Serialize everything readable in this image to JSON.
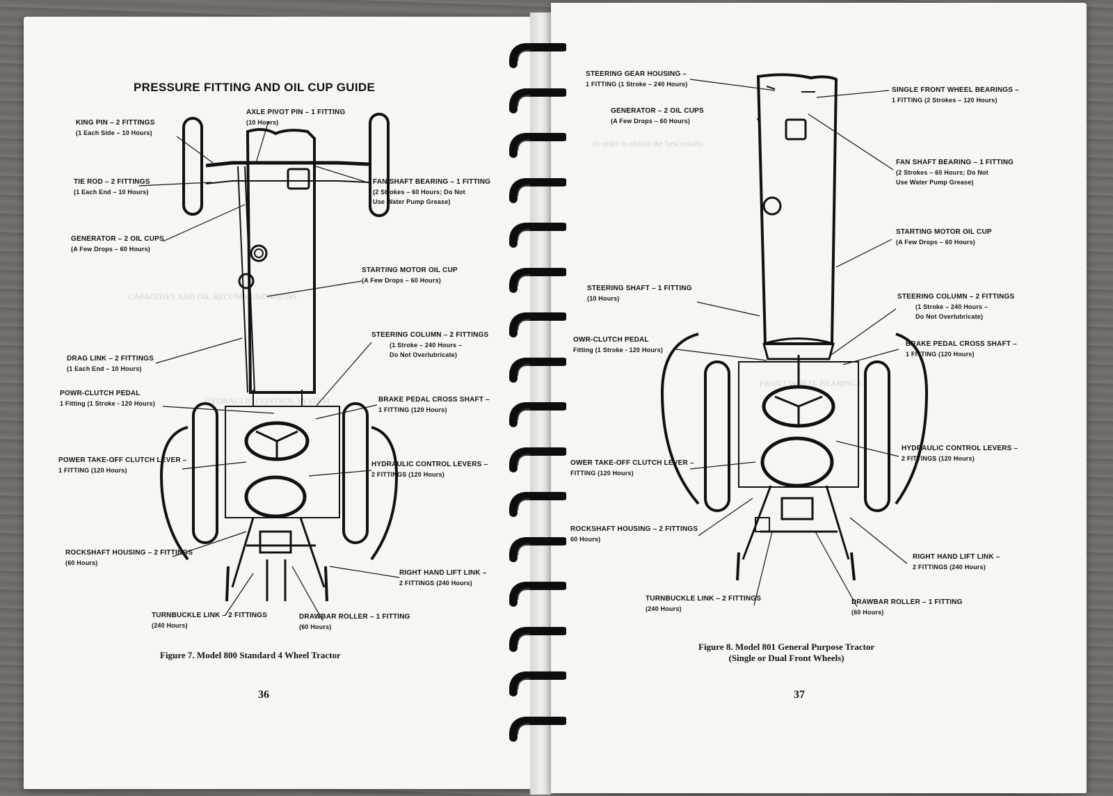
{
  "left_page": {
    "heading": "PRESSURE FITTING AND OIL CUP GUIDE",
    "caption": "Figure 7. Model 800 Standard 4 Wheel Tractor",
    "page_number": "36",
    "labels": {
      "king_pin": [
        "KING PIN – 2 FITTINGS",
        "(1 Each Side – 10 Hours)"
      ],
      "axle_pivot_pin": [
        "AXLE PIVOT PIN – 1 FITTING",
        "(10 Hours)"
      ],
      "tie_rod": [
        "TIE ROD – 2 FITTINGS",
        "(1 Each End – 10 Hours)"
      ],
      "fan_shaft": [
        "FAN SHAFT BEARING – 1 FITTING",
        "(2 Strokes – 60 Hours; Do Not",
        "Use Water Pump Grease)"
      ],
      "generator": [
        "GENERATOR – 2 OIL CUPS",
        "(A Few Drops – 60 Hours)"
      ],
      "starting_motor": [
        "STARTING MOTOR OIL CUP",
        "(A Few Drops – 60 Hours)"
      ],
      "steering_column": [
        "STEERING COLUMN – 2 FITTINGS",
        "(1 Stroke – 240 Hours –",
        "Do Not Overlubricate)"
      ],
      "drag_link": [
        "DRAG LINK – 2 FITTINGS",
        "(1 Each End – 10 Hours)"
      ],
      "powr_clutch": [
        "POWR-CLUTCH PEDAL",
        "1 Fitting (1 Stroke - 120 Hours)"
      ],
      "brake_pedal": [
        "BRAKE PEDAL CROSS SHAFT –",
        "1 FITTING (120 Hours)"
      ],
      "pto_clutch": [
        "POWER TAKE-OFF CLUTCH LEVER –",
        "1 FITTING (120 Hours)"
      ],
      "hydraulic": [
        "HYDRAULIC CONTROL LEVERS –",
        "2 FITTINGS (120 Hours)"
      ],
      "rockshaft": [
        "ROCKSHAFT HOUSING – 2 FITTINGS",
        "(60 Hours)"
      ],
      "right_lift": [
        "RIGHT HAND LIFT LINK –",
        "2 FITTINGS (240 Hours)"
      ],
      "turnbuckle": [
        "TURNBUCKLE LINK – 2 FITTINGS",
        "(240 Hours)"
      ],
      "drawbar": [
        "DRAWBAR ROLLER – 1 FITTING",
        "(60 Hours)"
      ]
    }
  },
  "right_page": {
    "caption_line1": "Figure 8. Model 801 General Purpose Tractor",
    "caption_line2": "(Single or Dual Front Wheels)",
    "page_number": "37",
    "labels": {
      "steering_gear": [
        "STEERING GEAR HOUSING –",
        "1 FITTING (1 Stroke – 240 Hours)"
      ],
      "single_front": [
        "SINGLE FRONT WHEEL BEARINGS –",
        "1 FITTING (2 Strokes – 120 Hours)"
      ],
      "generator": [
        "GENERATOR – 2 OIL CUPS",
        "(A Few Drops – 60 Hours)"
      ],
      "fan_shaft": [
        "FAN SHAFT BEARING – 1 FITTING",
        "(2 Strokes – 60 Hours; Do Not",
        "Use Water Pump Grease)"
      ],
      "starting_motor": [
        "STARTING MOTOR OIL CUP",
        "(A Few Drops – 60 Hours)"
      ],
      "steering_shaft": [
        "STEERING SHAFT – 1 FITTING",
        "(10 Hours)"
      ],
      "steering_column": [
        "STEERING COLUMN – 2 FITTINGS",
        "(1 Stroke – 240 Hours –",
        "Do Not Overlubricate)"
      ],
      "powr_clutch": [
        "OWR-CLUTCH PEDAL",
        "Fitting (1 Stroke - 120 Hours)"
      ],
      "brake_pedal": [
        "BRAKE PEDAL CROSS SHAFT –",
        "1 FITTING (120 Hours)"
      ],
      "hydraulic": [
        "HYDRAULIC CONTROL LEVERS –",
        "2 FITTINGS (120 Hours)"
      ],
      "pto_clutch": [
        "OWER TAKE-OFF CLUTCH LEVER –",
        "FITTING (120 Hours)"
      ],
      "rockshaft": [
        "ROCKSHAFT HOUSING – 2 FITTINGS",
        "60 Hours)"
      ],
      "right_lift": [
        "RIGHT HAND LIFT LINK –",
        "2 FITTINGS (240 Hours)"
      ],
      "turnbuckle": [
        "TURNBUCKLE LINK – 2 FITTINGS",
        "(240 Hours)"
      ],
      "drawbar": [
        "DRAWBAR ROLLER – 1 FITTING",
        "(60 Hours)"
      ]
    }
  },
  "bleed_through": {
    "l1": "CAPACITIES AND OIL RECOMMENDATIONS",
    "l2": "HYDRAULIC CONTROL SYSTEM",
    "r1": "In order to obtain the best results",
    "r2": "FRONT WHEEL BEARINGS"
  }
}
